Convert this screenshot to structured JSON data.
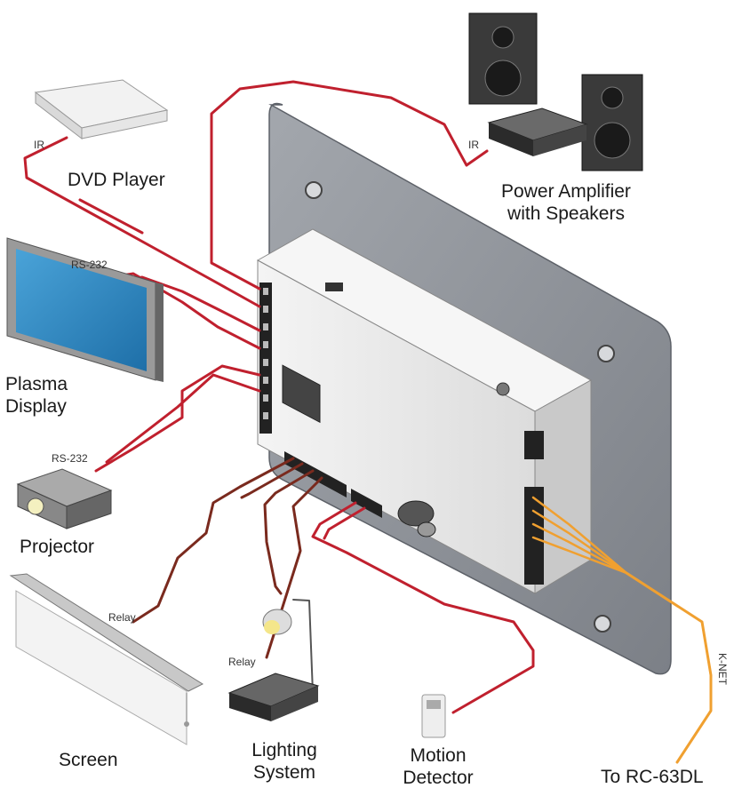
{
  "labels": {
    "dvd": "DVD Player",
    "amp_line1": "Power Amplifier",
    "amp_line2": "with Speakers",
    "plasma_line1": "Plasma",
    "plasma_line2": "Display",
    "projector": "Projector",
    "screen": "Screen",
    "lighting_line1": "Lighting",
    "lighting_line2": "System",
    "motion_line1": "Motion",
    "motion_line2": "Detector",
    "rc": "To RC-63DL"
  },
  "small_labels": {
    "ir_dvd": "IR",
    "ir_amp": "IR",
    "rs232_plasma": "RS-232",
    "rs232_projector": "RS-232",
    "relay_screen": "Relay",
    "relay_light": "Relay",
    "knet": "K-NET"
  },
  "colors": {
    "cable_red": "#c0202e",
    "cable_brown": "#7a2a1e",
    "knet_orange": "#f0a030",
    "plate_gray": "#8f939a",
    "box_light": "#eeeeee"
  }
}
